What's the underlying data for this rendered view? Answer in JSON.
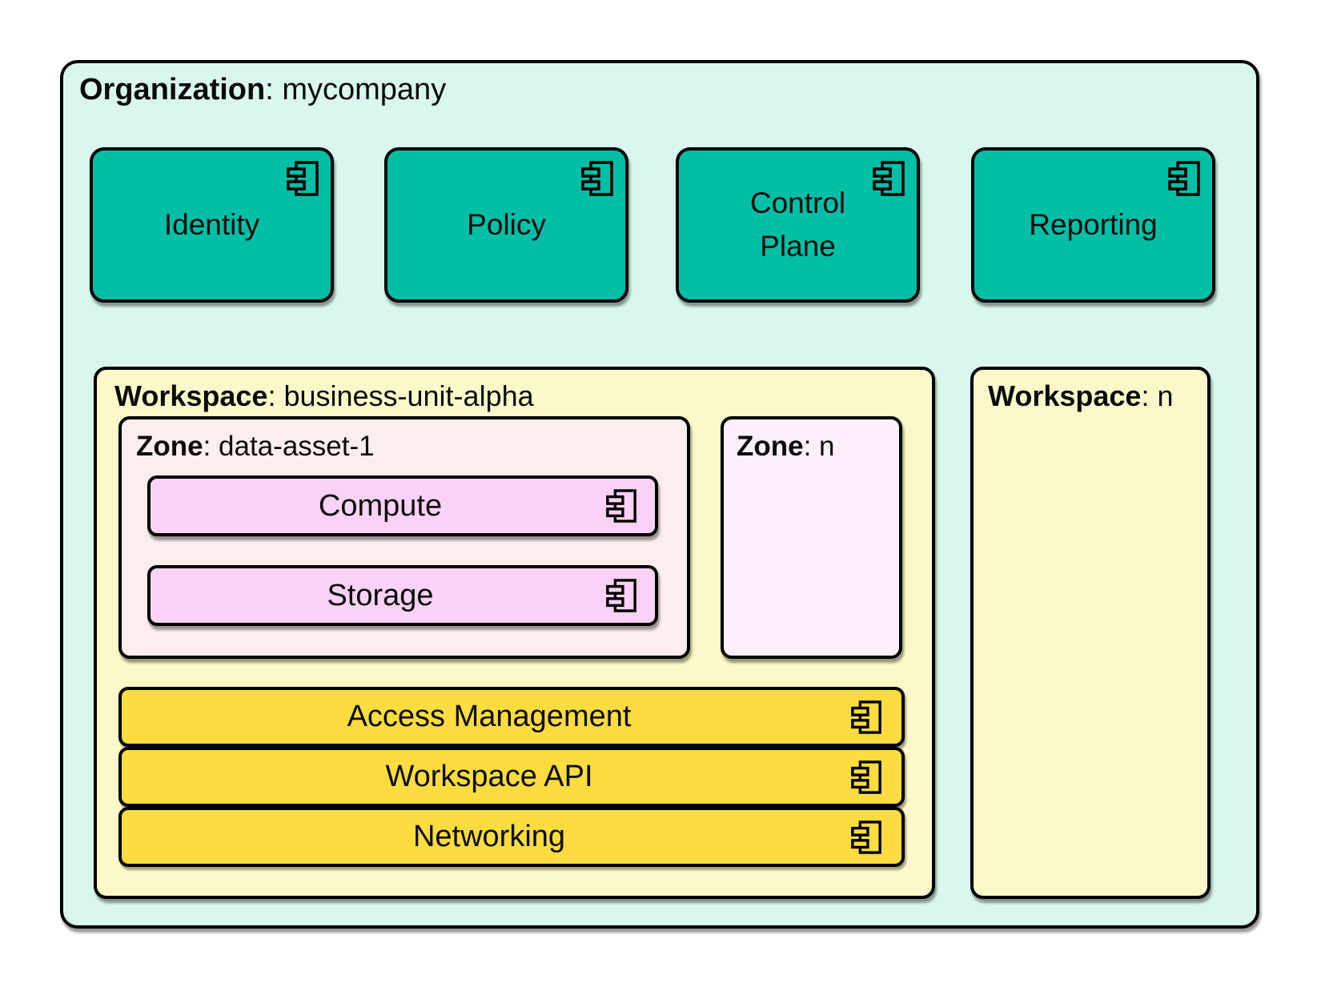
{
  "colors": {
    "organization_fill": "#d9f7ef",
    "component_teal": "#00bfa6",
    "workspace_fill": "#fbf9c9",
    "zone_fill": "#fdeeee",
    "zone_n_fill": "#fdeffb",
    "zone_component_pink": "#fad2f5",
    "workspace_component_gold": "#fcdc3f",
    "border": "#000000"
  },
  "icons": {
    "component_icon": "uml-component-icon"
  },
  "organization": {
    "label_key": "Organization",
    "label_value": ": mycompany",
    "components": [
      {
        "name": "Identity"
      },
      {
        "name": "Policy"
      },
      {
        "name": "Control Plane"
      },
      {
        "name": "Reporting"
      }
    ],
    "workspace": {
      "label_key": "Workspace",
      "label_value": ": business-unit-alpha",
      "zones": [
        {
          "label_key": "Zone",
          "label_value": ": data-asset-1",
          "components": [
            {
              "name": "Compute"
            },
            {
              "name": "Storage"
            }
          ]
        },
        {
          "label_key": "Zone",
          "label_value": ": n",
          "components": []
        }
      ],
      "shared_components": [
        {
          "name": "Access Management"
        },
        {
          "name": "Workspace API"
        },
        {
          "name": "Networking"
        }
      ]
    },
    "workspace_n": {
      "label_key": "Workspace",
      "label_value": ": n"
    }
  }
}
